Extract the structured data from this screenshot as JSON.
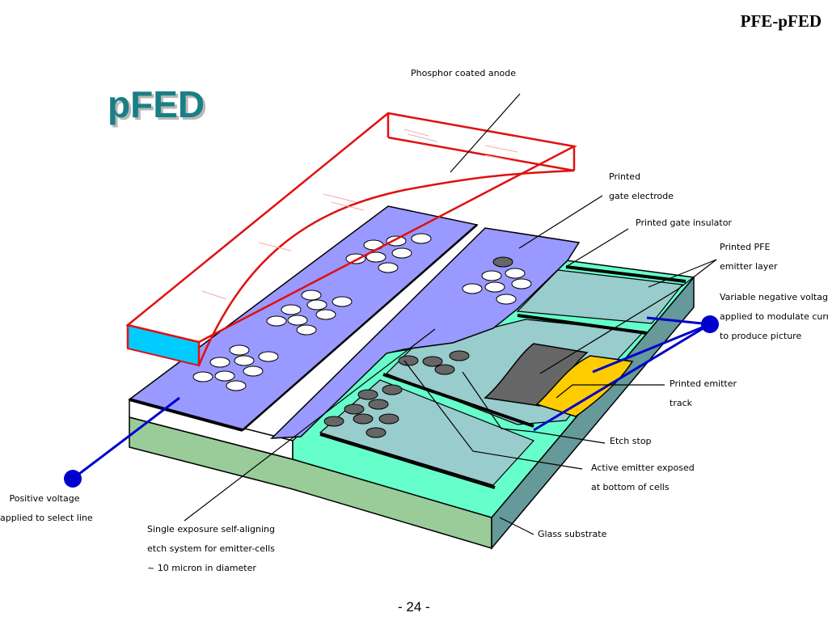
{
  "header": {
    "title": "PFE-pFED"
  },
  "slide": {
    "title": "pFED",
    "page_number": "- 24 -"
  },
  "labels": {
    "phosphor_anode": "Phosphor coated anode",
    "gate_electrode": [
      "Printed",
      "gate electrode"
    ],
    "gate_insulator": "Printed gate insulator",
    "pfe_layer": [
      "Printed PFE",
      "emitter layer"
    ],
    "variable_voltage": [
      "Variable negative voltage",
      "applied to modulate current",
      "to produce picture"
    ],
    "emitter_track": [
      "Printed emitter",
      "track"
    ],
    "etch_stop": "Etch stop",
    "active_emitter": [
      "Active emitter exposed",
      "at bottom of cells"
    ],
    "glass_substrate": "Glass substrate",
    "positive_voltage": [
      "Positive voltage",
      "applied to select line"
    ],
    "etch_system": [
      "Single exposure self-aligning",
      "etch system for emitter-cells",
      "~ 10 micron in diameter"
    ]
  },
  "colors": {
    "title": "#1a7f85",
    "anode_outline": "#e01010",
    "anode_edge": "#00bfff",
    "gate_electrode": "#9999ff",
    "teal_layer": "#66ffcc",
    "emitter_layer": "#99cccc",
    "glass_top": "#99cc99",
    "glass_side": "#669999",
    "emitter_track": "#ffcc00",
    "connector": "#0000cc"
  }
}
